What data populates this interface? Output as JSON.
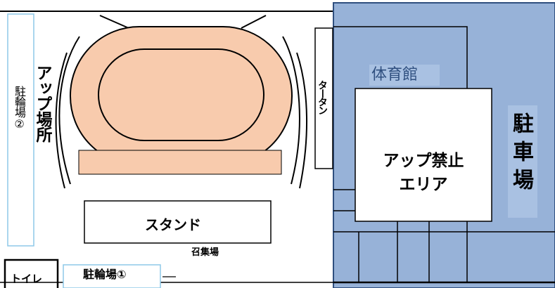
{
  "map": {
    "labels": {
      "bicycle_parking_2": "駐輪場②",
      "warmup_area": "アップ場所",
      "turtan": "タータン",
      "gymnasium": "体育館",
      "no_warmup_area": "アップ禁止エリア",
      "parking": "駐車場",
      "stand": "スタンド",
      "call_area": "召集場",
      "toilet": "トイレ",
      "bicycle_parking_1": "駐輪場①"
    },
    "colors": {
      "track_fill": "#F8CBAD",
      "blue_area": "#97B2D8",
      "parking_label_bg": "#A9C1E2",
      "bicycle_border": "#8DC8E8",
      "line": "#000000",
      "white": "#FFFFFF"
    }
  }
}
